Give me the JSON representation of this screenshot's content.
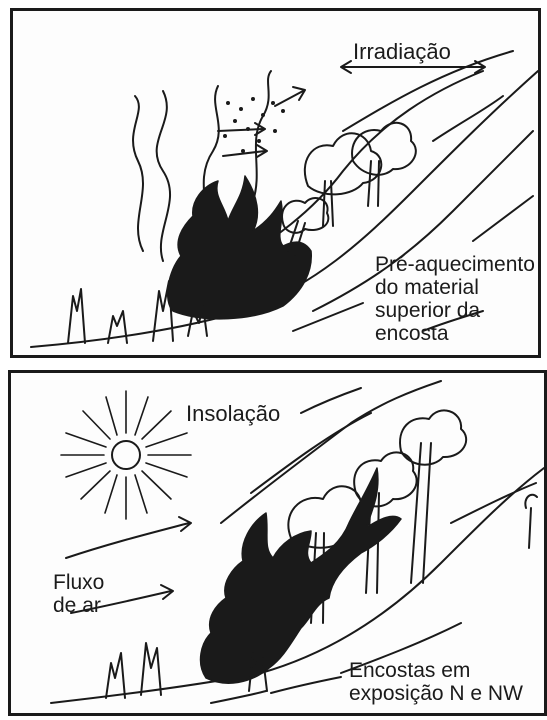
{
  "panels": {
    "top": {
      "label_radiation": "Irradiação",
      "label_preheat": [
        "Pré-aquecimento",
        "do material",
        "superior da",
        "encosta"
      ]
    },
    "bottom": {
      "label_insolation": "Insolação",
      "label_airflow": [
        "Fluxo",
        "de ar"
      ],
      "label_slopes": [
        "Encostas em",
        "exposição N e NW"
      ]
    }
  },
  "icons": [
    "sun-icon",
    "flame-icon",
    "tree-icon",
    "arrow-icon",
    "double-arrow-icon"
  ],
  "colors": {
    "ink": "#1a1a1a",
    "paper": "#fdfdfd"
  }
}
